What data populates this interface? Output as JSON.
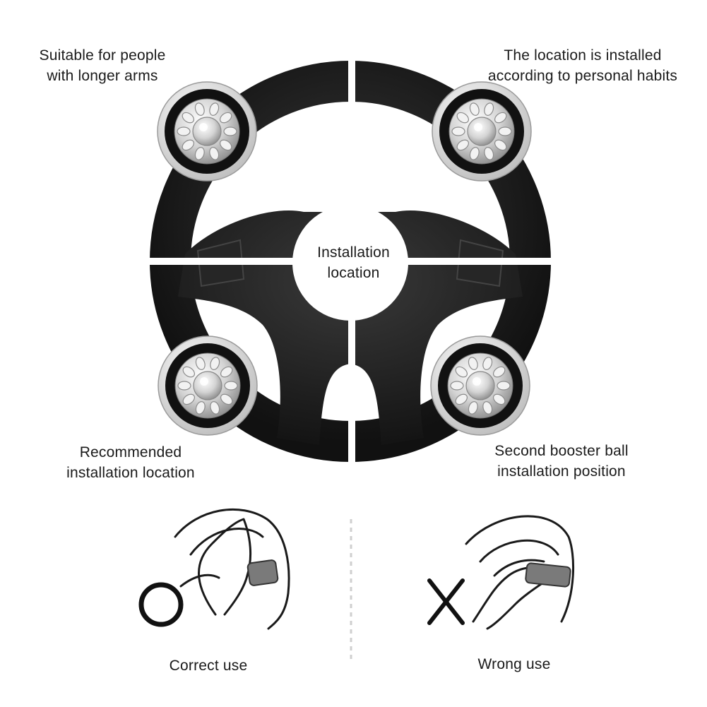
{
  "labels": {
    "top_left": [
      "Suitable for people",
      "with longer arms"
    ],
    "top_right": [
      "The location is installed",
      "according to personal habits"
    ],
    "center": [
      "Installation",
      "location"
    ],
    "bottom_left": [
      "Recommended",
      "installation location"
    ],
    "bottom_right": [
      "Second booster ball",
      "installation position"
    ],
    "correct": "Correct use",
    "wrong": "Wrong use"
  },
  "marks": {
    "correct_symbol": "O",
    "wrong_symbol": "X"
  },
  "colors": {
    "wheel": "#1c1c1c",
    "wheel_highlight": "#3a3a3a",
    "knob_rim": "#e8e8e8",
    "knob_band": "#111111",
    "sleeve": "#555555"
  }
}
